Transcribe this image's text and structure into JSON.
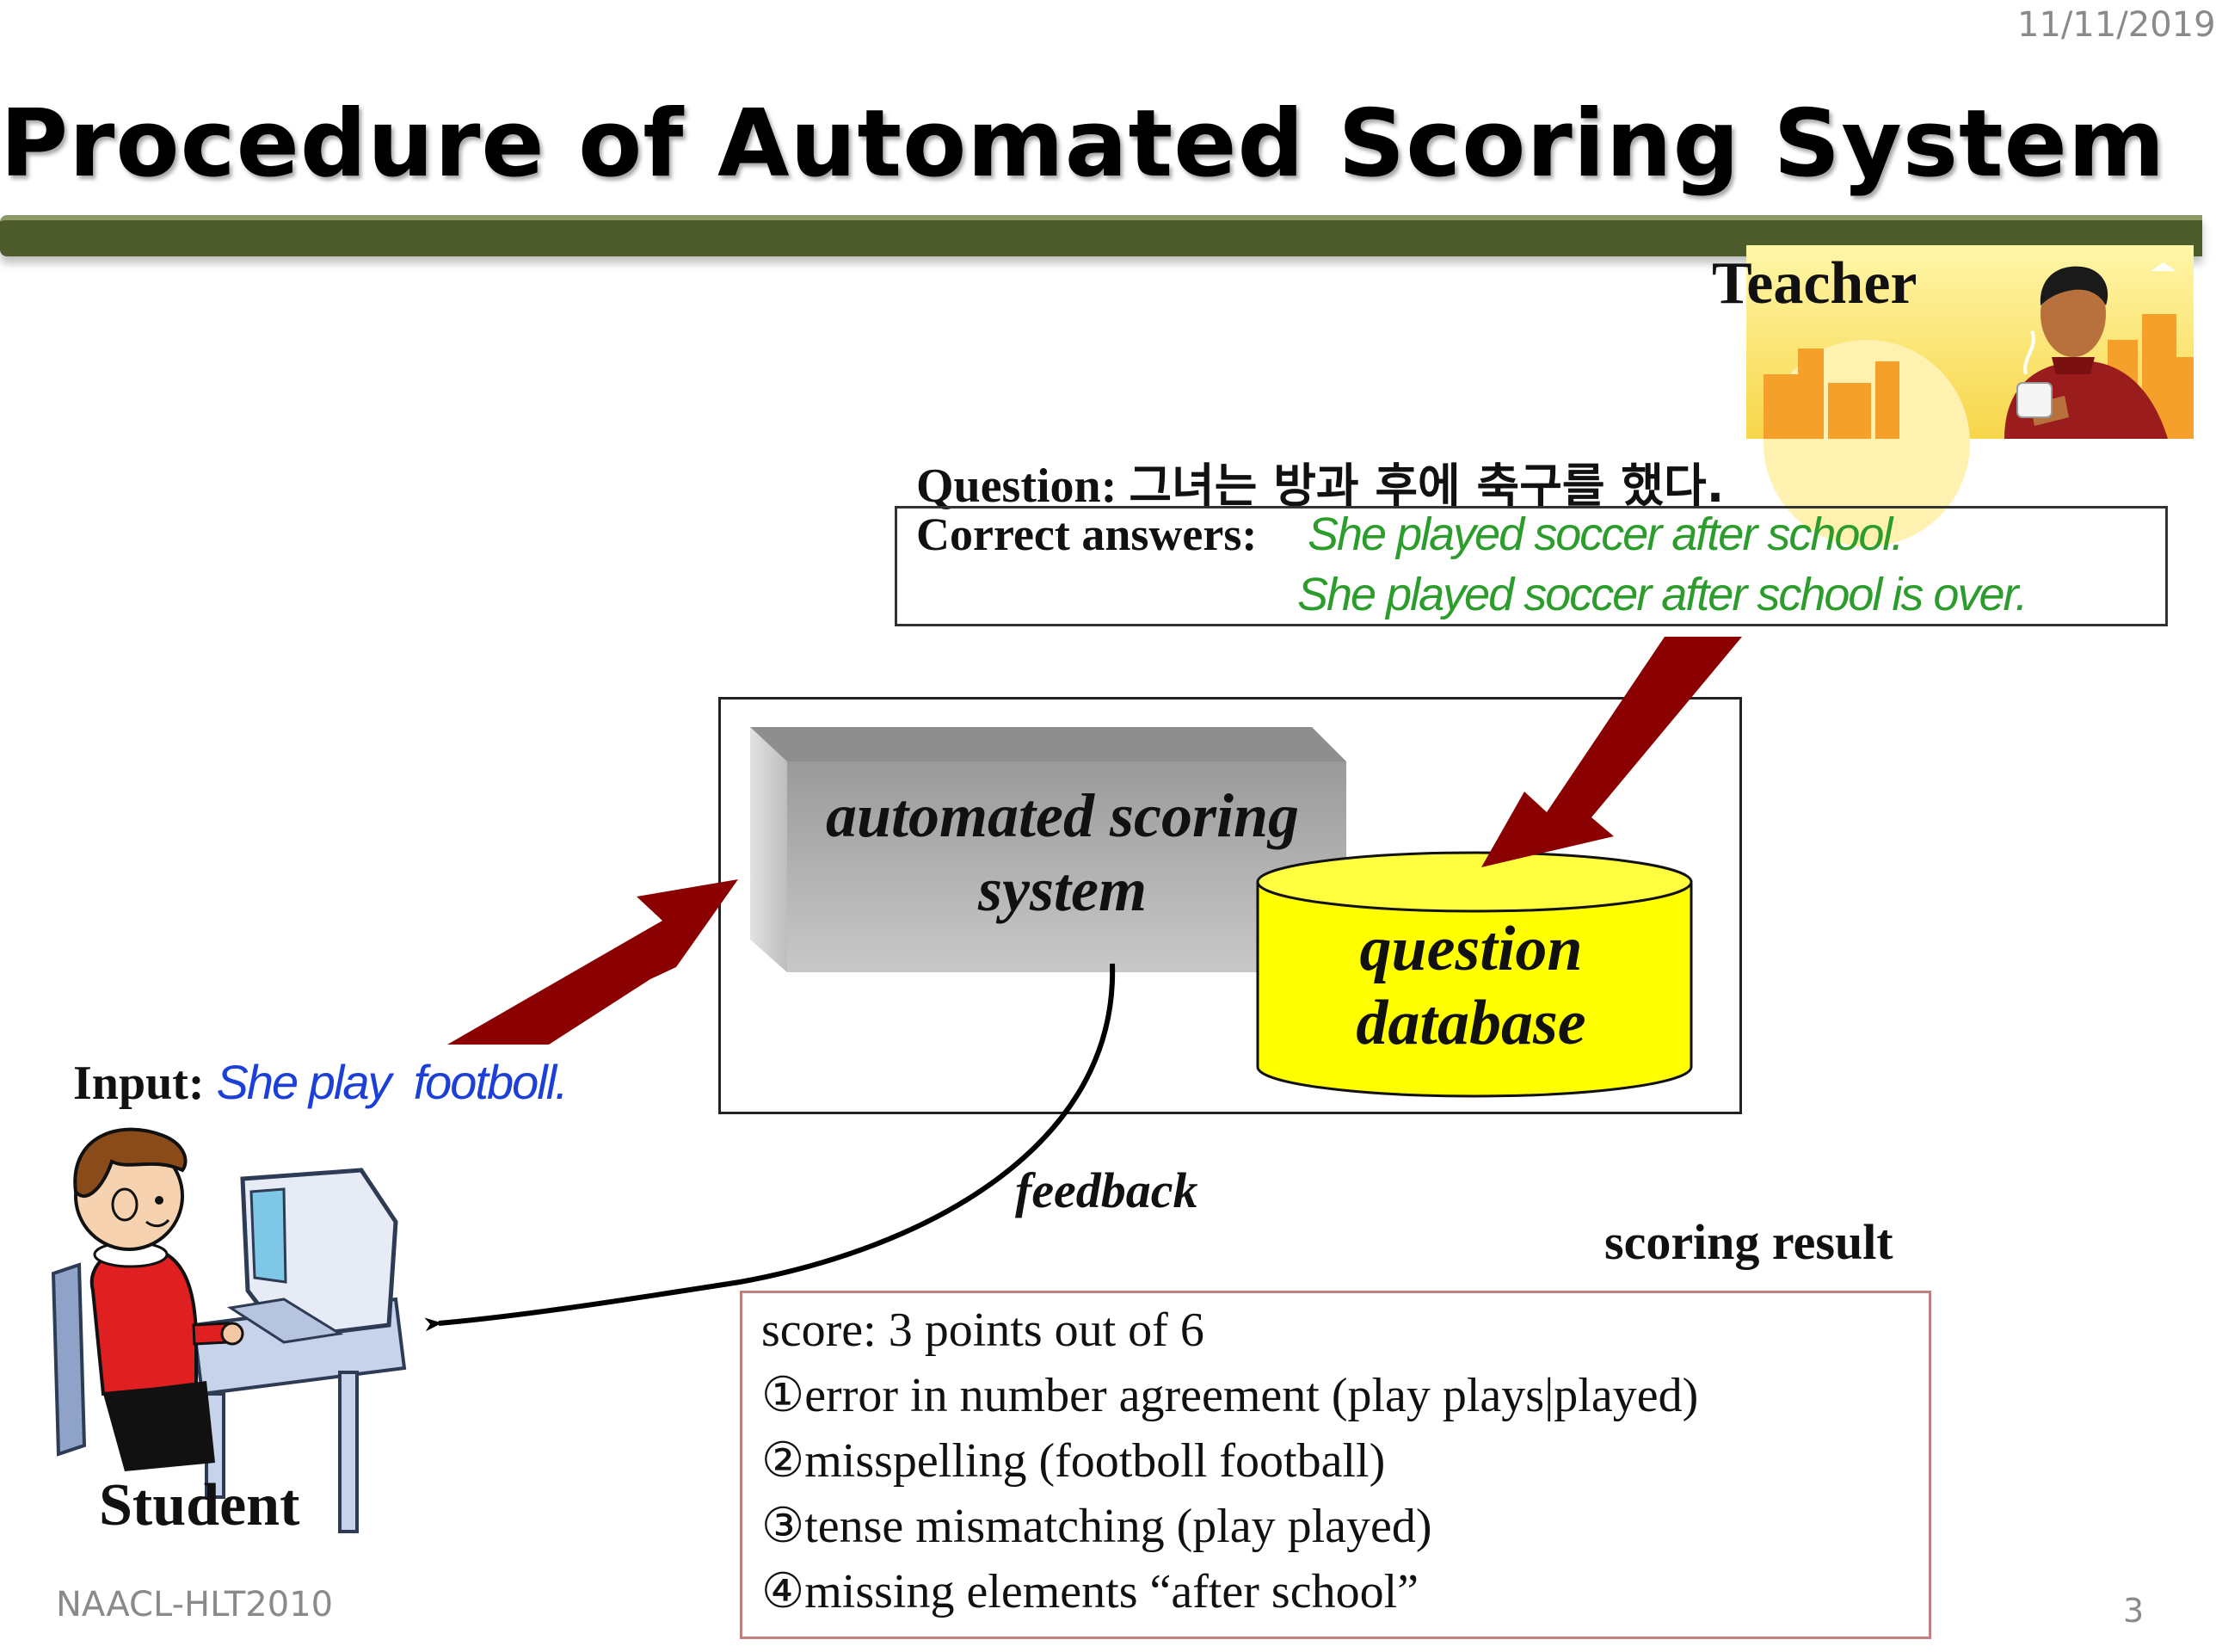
{
  "header": {
    "date": "11/11/2019",
    "title": "Procedure of Automated Scoring System"
  },
  "teacher": {
    "label": "Teacher"
  },
  "question": {
    "label": "Question:",
    "korean": "그녀는 방과 후에 축구를 했다."
  },
  "answers": {
    "label": "Correct answers:",
    "items": [
      "She played soccer after school.",
      "She played soccer after school is over."
    ]
  },
  "system": {
    "scoring_system_label": "automated scoring system",
    "database_label": "question database"
  },
  "input": {
    "label": "Input:",
    "value": "She play  footboll."
  },
  "feedback_label": "feedback",
  "result": {
    "label": "scoring result",
    "score": "score: 3 points out of 6",
    "errors": [
      "①error in number agreement (play  plays|played)",
      "②misspelling (footboll  football)",
      "③tense mismatching (play  played)",
      "④missing elements “after school”"
    ]
  },
  "student": {
    "label": "Student"
  },
  "footer": {
    "venue": "NAACL-HLT2010",
    "page": "3"
  },
  "colors": {
    "title_bar": "#4e5c2b",
    "answers_text": "#2c9c2c",
    "input_text": "#1c3fd8",
    "arrow": "#8b0000",
    "database_fill": "#ffff00",
    "result_border": "#c08080"
  },
  "icons": [
    "teacher-illustration",
    "student-computer-illustration",
    "scoring-system-block",
    "database-cylinder"
  ]
}
